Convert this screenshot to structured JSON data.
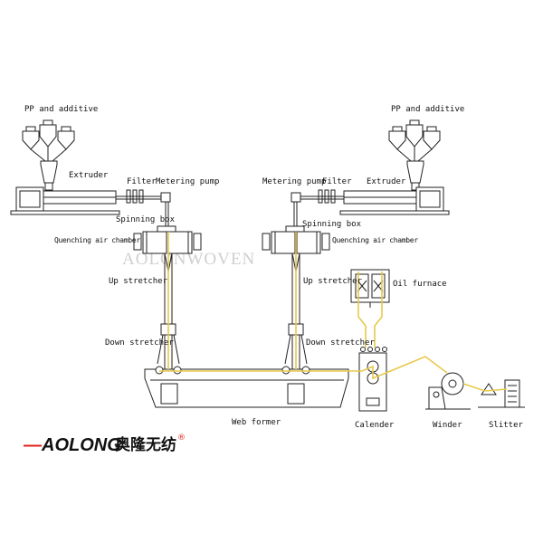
{
  "colors": {
    "line": "#222222",
    "web_path": "#e8c94a",
    "brand_red": "#e0201e",
    "brand_black": "#111111",
    "watermark": "#cfcfcf"
  },
  "labels": {
    "pp_left": "PP and additive",
    "pp_right": "PP and additive",
    "extruder_left": "Extruder",
    "extruder_right": "Extruder",
    "filter_left": "Filter",
    "filter_right": "Filter",
    "metering_left": "Metering pump",
    "metering_right": "Metering pump",
    "spinning_left": "Spinning box",
    "spinning_right": "Spinning box",
    "quench_left": "Quenching air chamber",
    "quench_right": "Quenching air chamber",
    "up_left": "Up stretcher",
    "up_right": "Up stretcher",
    "down_left": "Down stretcher",
    "down_right": "Down stretcher",
    "oil_furnace": "Oil furnace",
    "web_former": "Web former",
    "calender": "Calender",
    "winder": "Winder",
    "slitter": "Slitter"
  },
  "watermark": "AOLONWOVEN",
  "brand": {
    "dash": "—",
    "name_latin": "AOLONG",
    "name_cn": "奥隆无纺",
    "registered": "®"
  }
}
